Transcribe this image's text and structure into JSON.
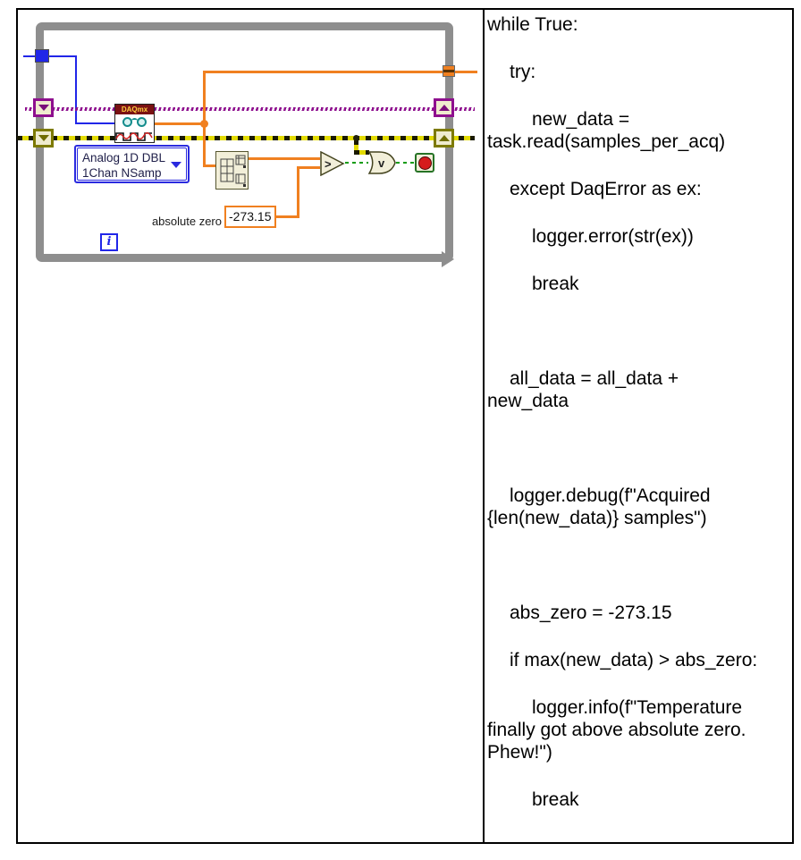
{
  "diagram": {
    "type": "labview-while-loop-block-diagram",
    "daqmx": {
      "header": "DAQmx",
      "selector_line1": "Analog 1D DBL",
      "selector_line2": "1Chan NSamp"
    },
    "constant": {
      "label": "absolute zero",
      "value": "-273.15"
    },
    "nodes": {
      "greater_symbol": ">",
      "or_symbol": "v",
      "iteration_symbol": "i"
    },
    "colors": {
      "loop_border": "#8E8E8E",
      "wire_blue": "#2126E8",
      "wire_orange": "#F08020",
      "wire_purple": "#8E0F8E",
      "wire_error_yellow": "#E3DB00",
      "wire_green": "#0E9C0E",
      "node_fill": "#F2EFD9",
      "shift_register_olive": "#7D7A01",
      "daqmx_header_red": "#7A1113",
      "stop_red": "#D51C1C",
      "stop_green_border": "#267326"
    }
  },
  "code": {
    "lines": [
      {
        "text": "while True:",
        "indent": 0
      },
      {
        "text": "try:",
        "indent": 1
      },
      {
        "text": "new_data = task.read(samples_per_acq)",
        "indent": 2
      },
      {
        "text": "except DaqError as ex:",
        "indent": 1
      },
      {
        "text": "logger.error(str(ex))",
        "indent": 2
      },
      {
        "text": "break",
        "indent": 2
      },
      {
        "text": "",
        "indent": 0
      },
      {
        "text": "all_data = all_data + new_data",
        "indent": 1
      },
      {
        "text": "",
        "indent": 0
      },
      {
        "text": "logger.debug(f\"Acquired {len(new_data)} samples\")",
        "indent": 1
      },
      {
        "text": "",
        "indent": 0
      },
      {
        "text": "abs_zero = -273.15",
        "indent": 1
      },
      {
        "text": "if max(new_data) > abs_zero:",
        "indent": 1
      },
      {
        "text": "logger.info(f\"Temperature finally got above absolute zero. Phew!\")",
        "indent": 2
      },
      {
        "text": "break",
        "indent": 2
      }
    ]
  }
}
